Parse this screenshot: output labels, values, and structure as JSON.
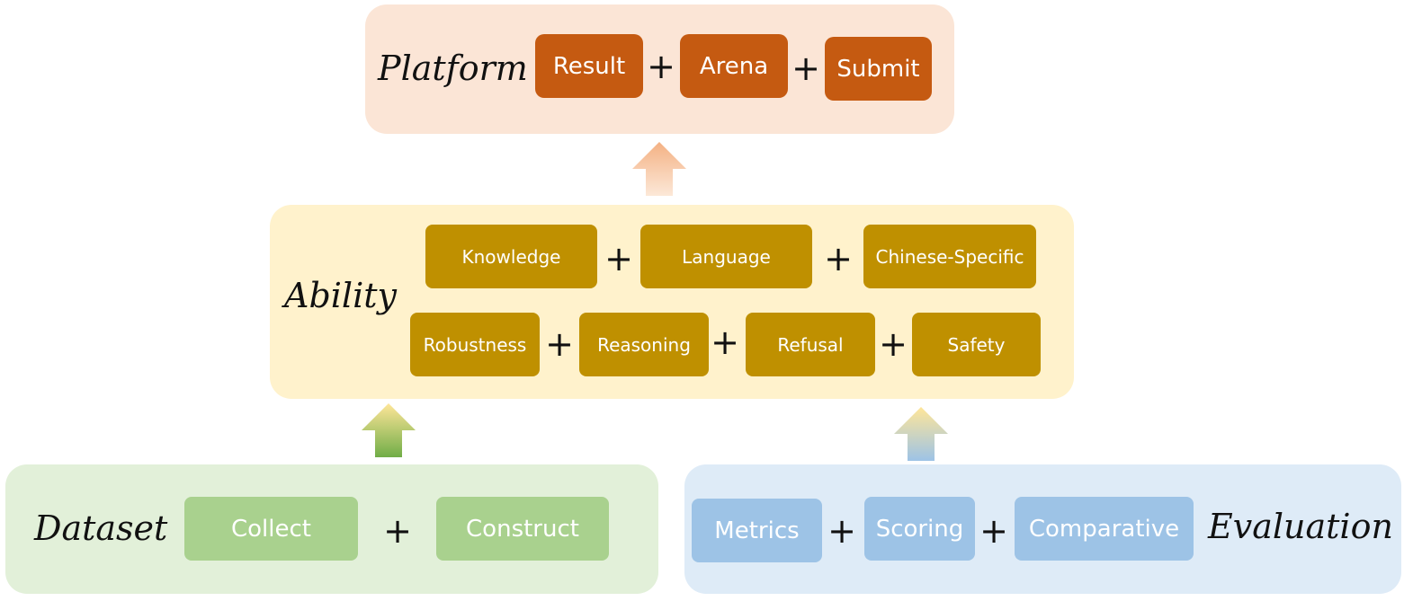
{
  "platform": {
    "label": "Platform",
    "color": "#fbe5d6",
    "box_color": "#c55a11",
    "items": [
      "Result",
      "Arena",
      "Submit"
    ],
    "operator": "+"
  },
  "ability": {
    "label": "Ability",
    "color": "#fff2cc",
    "box_color": "#bf9000",
    "row1": [
      "Knowledge",
      "Language",
      "Chinese-Specific"
    ],
    "row2": [
      "Robustness",
      "Reasoning",
      "Refusal",
      "Safety"
    ],
    "operator": "+"
  },
  "dataset": {
    "label": "Dataset",
    "color": "#e2f0d9",
    "box_color": "#a9d18e",
    "items": [
      "Collect",
      "Construct"
    ],
    "operator": "+"
  },
  "evaluation": {
    "label": "Evaluation",
    "color": "#deebf7",
    "box_color": "#9dc3e6",
    "items": [
      "Metrics",
      "Scoring",
      "Comparative"
    ],
    "operator": "+"
  },
  "arrows": [
    {
      "from": "ability",
      "to": "platform",
      "icon": "up-arrow-icon"
    },
    {
      "from": "dataset",
      "to": "ability",
      "icon": "up-arrow-icon"
    },
    {
      "from": "evaluation",
      "to": "ability",
      "icon": "up-arrow-icon"
    }
  ]
}
